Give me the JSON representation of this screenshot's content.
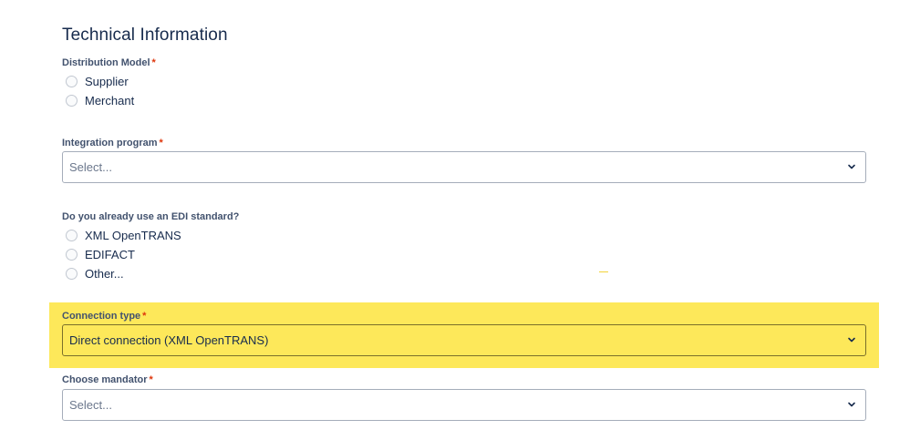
{
  "section": {
    "title": "Technical Information"
  },
  "distribution_model": {
    "label": "Distribution Model",
    "required_mark": "*",
    "options": [
      "Supplier",
      "Merchant"
    ]
  },
  "integration_program": {
    "label": "Integration program",
    "required_mark": "*",
    "value": "Select..."
  },
  "edi_standard": {
    "label": "Do you already use an EDI standard?",
    "options": [
      "XML OpenTRANS",
      "EDIFACT",
      "Other..."
    ]
  },
  "connection_type": {
    "label": "Connection type",
    "required_mark": "*",
    "value": "Direct connection (XML OpenTRANS)",
    "highlight_color": "#fde85a"
  },
  "mandator": {
    "label": "Choose mandator",
    "required_mark": "*",
    "value": "Select..."
  },
  "icons": {
    "dropdown": "chevron-down-icon",
    "radio": "radio-unchecked-icon"
  }
}
